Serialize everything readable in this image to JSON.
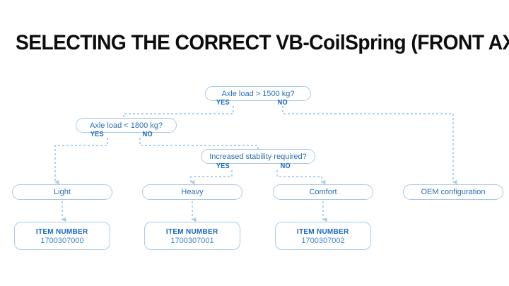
{
  "page": {
    "title": "SELECTING THE CORRECT VB-CoilSpring (FRONT AXLE)",
    "background": "#ffffff",
    "accent_blue": "#2a6fb5",
    "line_blue": "#a8cbe8",
    "label_blue": "#1566c0",
    "title_color": "#0d0d0d"
  },
  "decisions": [
    {
      "id": "q1",
      "label": "Axle load > 1500 kg?",
      "yes": "YES",
      "no": "NO"
    },
    {
      "id": "q2",
      "label": "Axle load < 1800 kg?",
      "yes": "YES",
      "no": "NO"
    },
    {
      "id": "q3",
      "label": "Increased stability required?",
      "yes": "YES",
      "no": "NO"
    }
  ],
  "results": [
    {
      "id": "r1",
      "label": "Light"
    },
    {
      "id": "r2",
      "label": "Heavy"
    },
    {
      "id": "r3",
      "label": "Comfort"
    },
    {
      "id": "r4",
      "label": "OEM configuration"
    }
  ],
  "items": [
    {
      "id": "i1",
      "heading": "ITEM NUMBER",
      "number": "1700307000"
    },
    {
      "id": "i2",
      "heading": "ITEM NUMBER",
      "number": "1700307001"
    },
    {
      "id": "i3",
      "heading": "ITEM NUMBER",
      "number": "1700307002"
    }
  ]
}
